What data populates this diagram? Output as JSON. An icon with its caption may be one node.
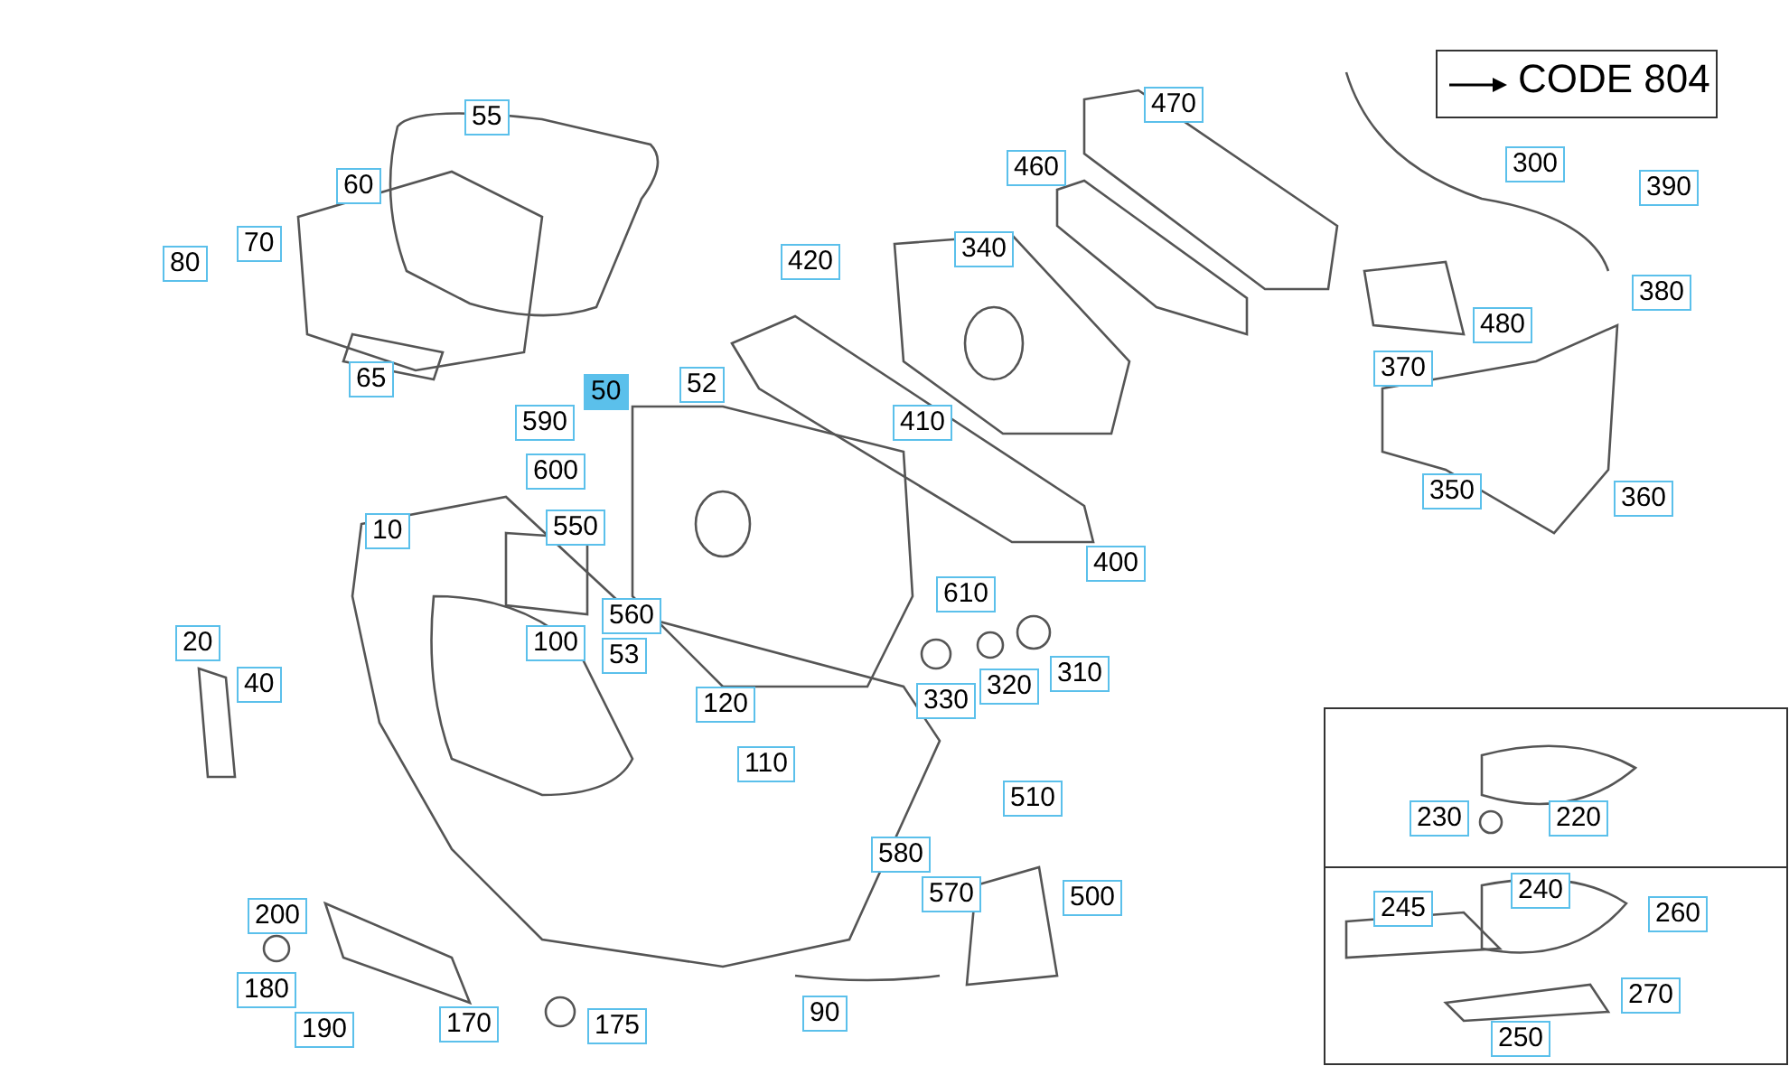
{
  "diagram": {
    "labels": [
      "CODE 804",
      "55",
      "60",
      "70",
      "80",
      "65",
      "50",
      "52",
      "590",
      "600",
      "10",
      "550",
      "560",
      "100",
      "53",
      "20",
      "40",
      "120",
      "110",
      "420",
      "340",
      "410",
      "400",
      "610",
      "330",
      "320",
      "310",
      "470",
      "460",
      "300",
      "390",
      "380",
      "480",
      "370",
      "350",
      "360",
      "230",
      "220",
      "245",
      "240",
      "260",
      "270",
      "250",
      "200",
      "180",
      "190",
      "170",
      "175",
      "90",
      "580",
      "570",
      "510",
      "500"
    ]
  }
}
